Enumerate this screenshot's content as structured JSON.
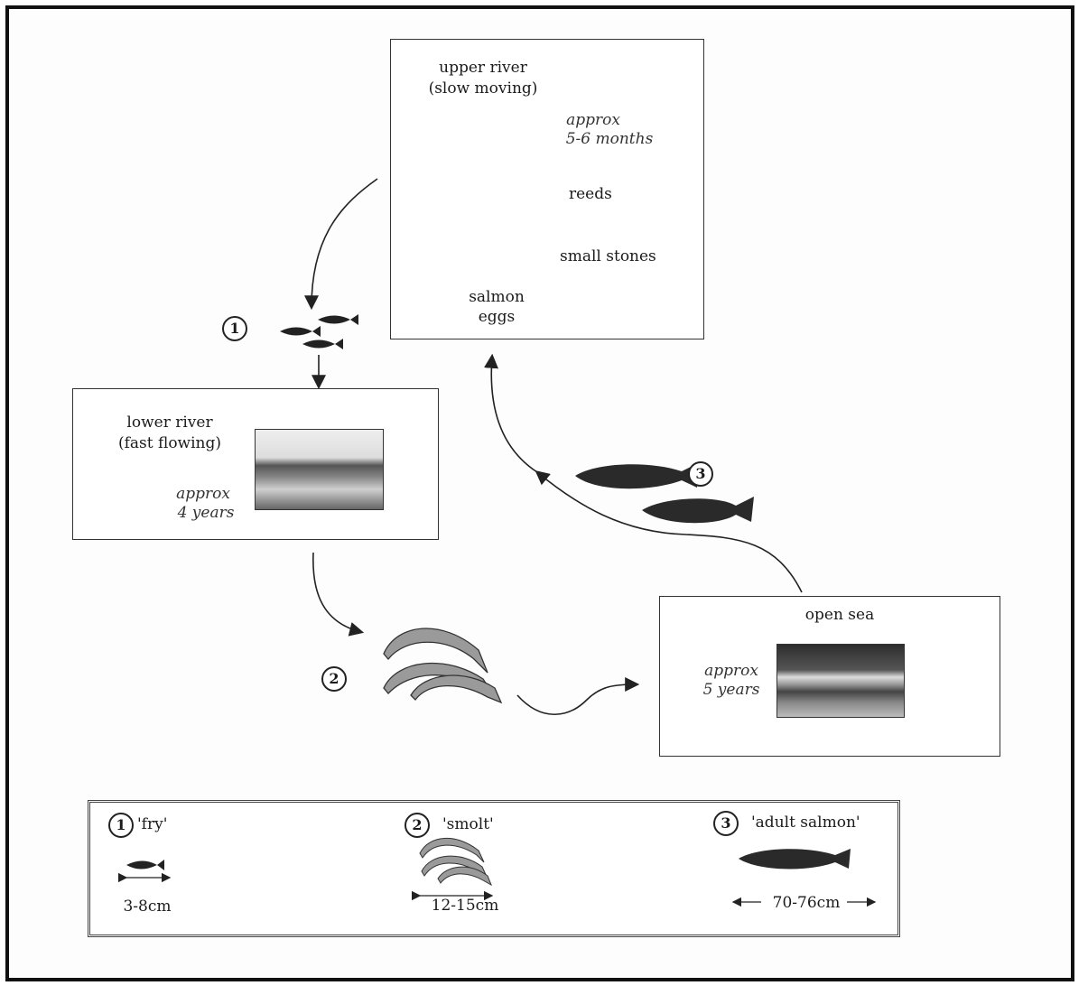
{
  "upper_river": {
    "title_line1": "upper river",
    "title_line2": "(slow moving)",
    "duration_line1": "approx",
    "duration_line2": "5-6 months",
    "label_reeds": "reeds",
    "label_stones": "small stones",
    "label_eggs_line1": "salmon",
    "label_eggs_line2": "eggs"
  },
  "lower_river": {
    "title_line1": "lower river",
    "title_line2": "(fast flowing)",
    "duration_line1": "approx",
    "duration_line2": "4 years"
  },
  "open_sea": {
    "title": "open sea",
    "duration_line1": "approx",
    "duration_line2": "5 years"
  },
  "stage_numbers": {
    "one": "1",
    "two": "2",
    "three": "3"
  },
  "legend": {
    "fry_name": "'fry'",
    "fry_size": "3-8cm",
    "smolt_name": "'smolt'",
    "smolt_size": "12-15cm",
    "adult_name": "'adult salmon'",
    "adult_size": "70-76cm"
  }
}
